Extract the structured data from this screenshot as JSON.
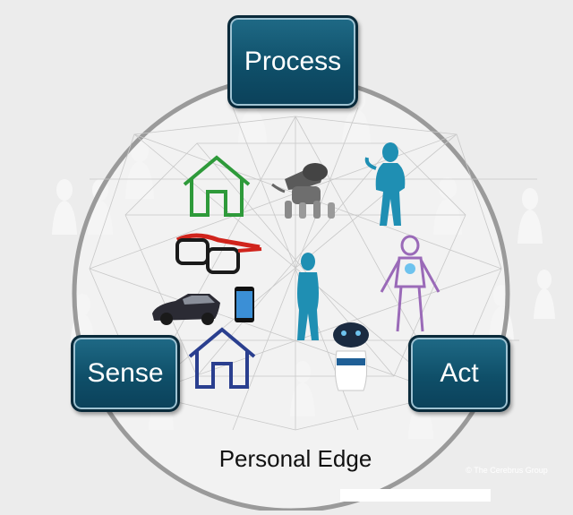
{
  "nodes": {
    "process": "Process",
    "sense": "Sense",
    "act": "Act"
  },
  "edge_label": "Personal Edge",
  "credit": "© The Cerebrus Group",
  "colors": {
    "node_fill": "#0f4f69",
    "node_border": "#0a2a3a",
    "circle_fill": "#f5f5f5",
    "circle_stroke": "#9a9a9a",
    "house_top": "#2e9a3a",
    "house_bottom": "#2a3f8f",
    "glasses_frame": "#d0241c",
    "figure_blue": "#1f8fb3",
    "anatomy": "#9a6ab8",
    "background": "#ececec"
  },
  "icons": [
    "house-icon-green",
    "robot-dog-icon",
    "woman-figure-icon",
    "glasses-icon",
    "anatomy-figure-icon",
    "standing-man-icon",
    "car-icon",
    "phone-icon",
    "house-icon-blue",
    "zenbo-robot-icon"
  ]
}
